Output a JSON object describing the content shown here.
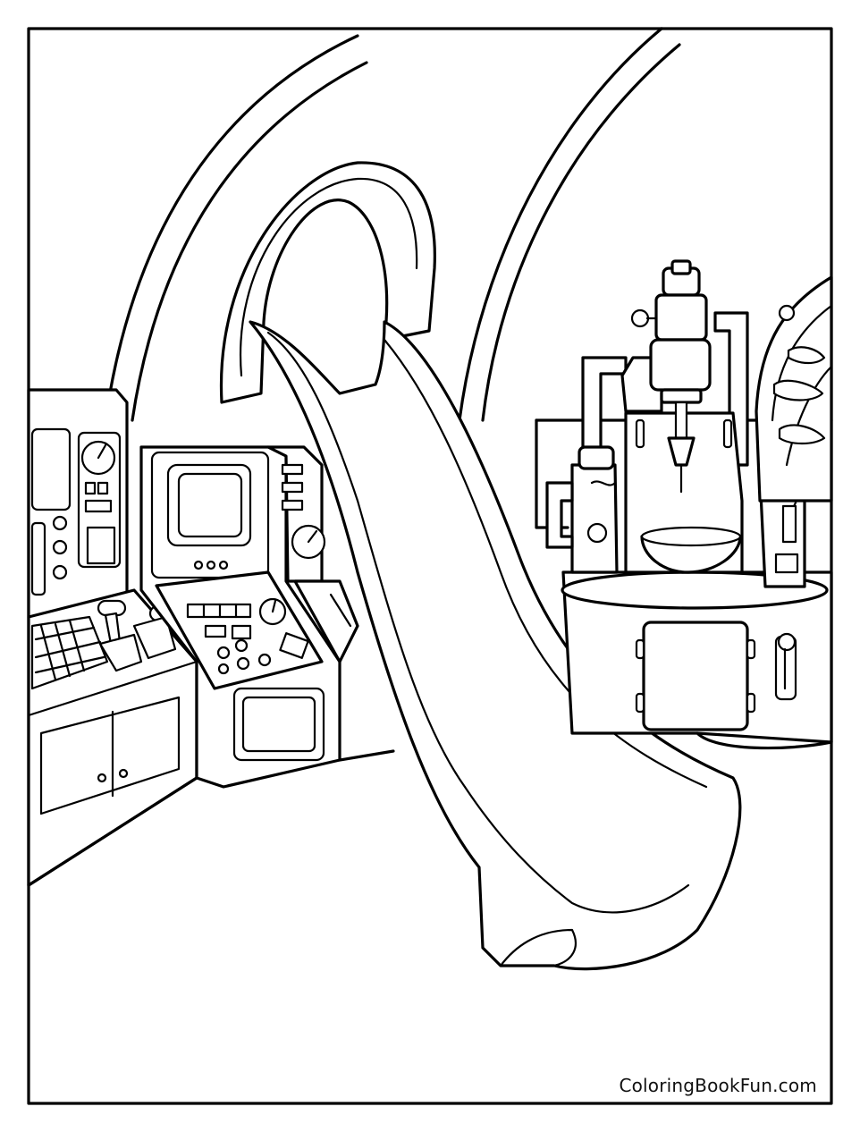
{
  "watermark": {
    "text": "ColoringBookFun.com"
  },
  "style": {
    "line_color": "#000000",
    "background_color": "#ffffff"
  },
  "scene": {
    "objects": [
      "dome-arch",
      "spiral-slide",
      "control-console-left",
      "control-console-center",
      "coffee-machine-station",
      "cabinet-right"
    ]
  }
}
